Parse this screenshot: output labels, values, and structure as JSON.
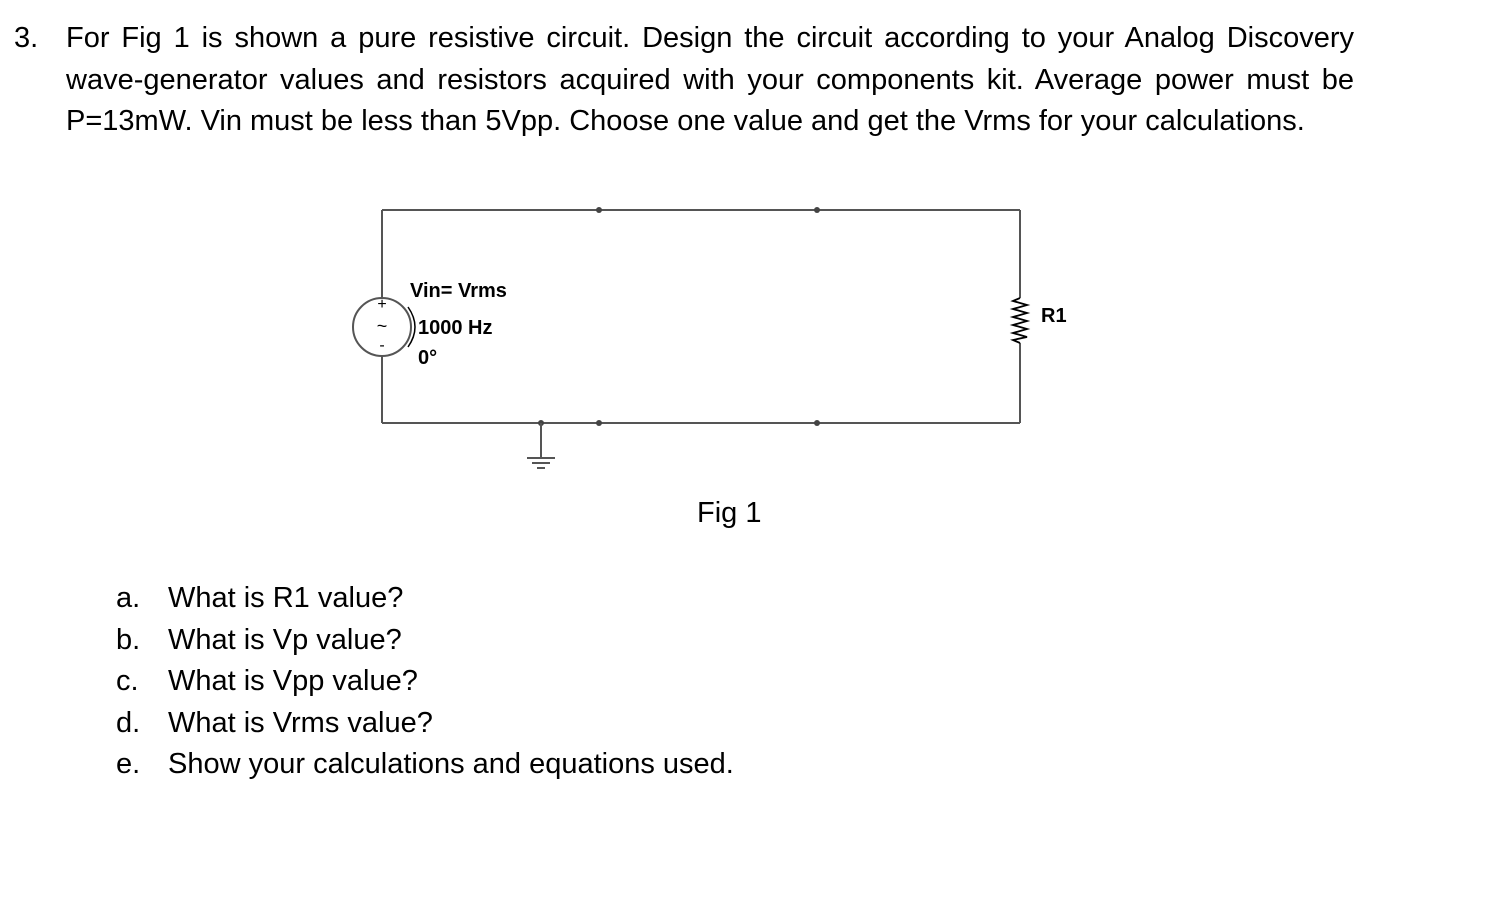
{
  "problem": {
    "number": "3.",
    "text": "For Fig 1 is shown a pure resistive circuit.  Design the circuit according to your Analog Discovery wave-generator values and resistors acquired with your components kit.  Average power must be P=13mW. Vin must be less than 5Vpp. Choose one value and get the Vrms for your calculations."
  },
  "circuit": {
    "source": {
      "label_vin": "Vin= Vrms",
      "label_freq": "1000 Hz",
      "label_phase": "0°",
      "plus": "+",
      "minus": "-",
      "tilde": "~"
    },
    "resistor": {
      "label": "R1"
    }
  },
  "figure": {
    "label": "Fig 1"
  },
  "questions": [
    {
      "letter": "a.",
      "text": "What is R1 value?"
    },
    {
      "letter": "b.",
      "text": "What is Vp value?"
    },
    {
      "letter": "c.",
      "text": "What is Vpp value?"
    },
    {
      "letter": "d.",
      "text": "What is Vrms value?"
    },
    {
      "letter": "e.",
      "text": "Show your calculations and equations used."
    }
  ]
}
